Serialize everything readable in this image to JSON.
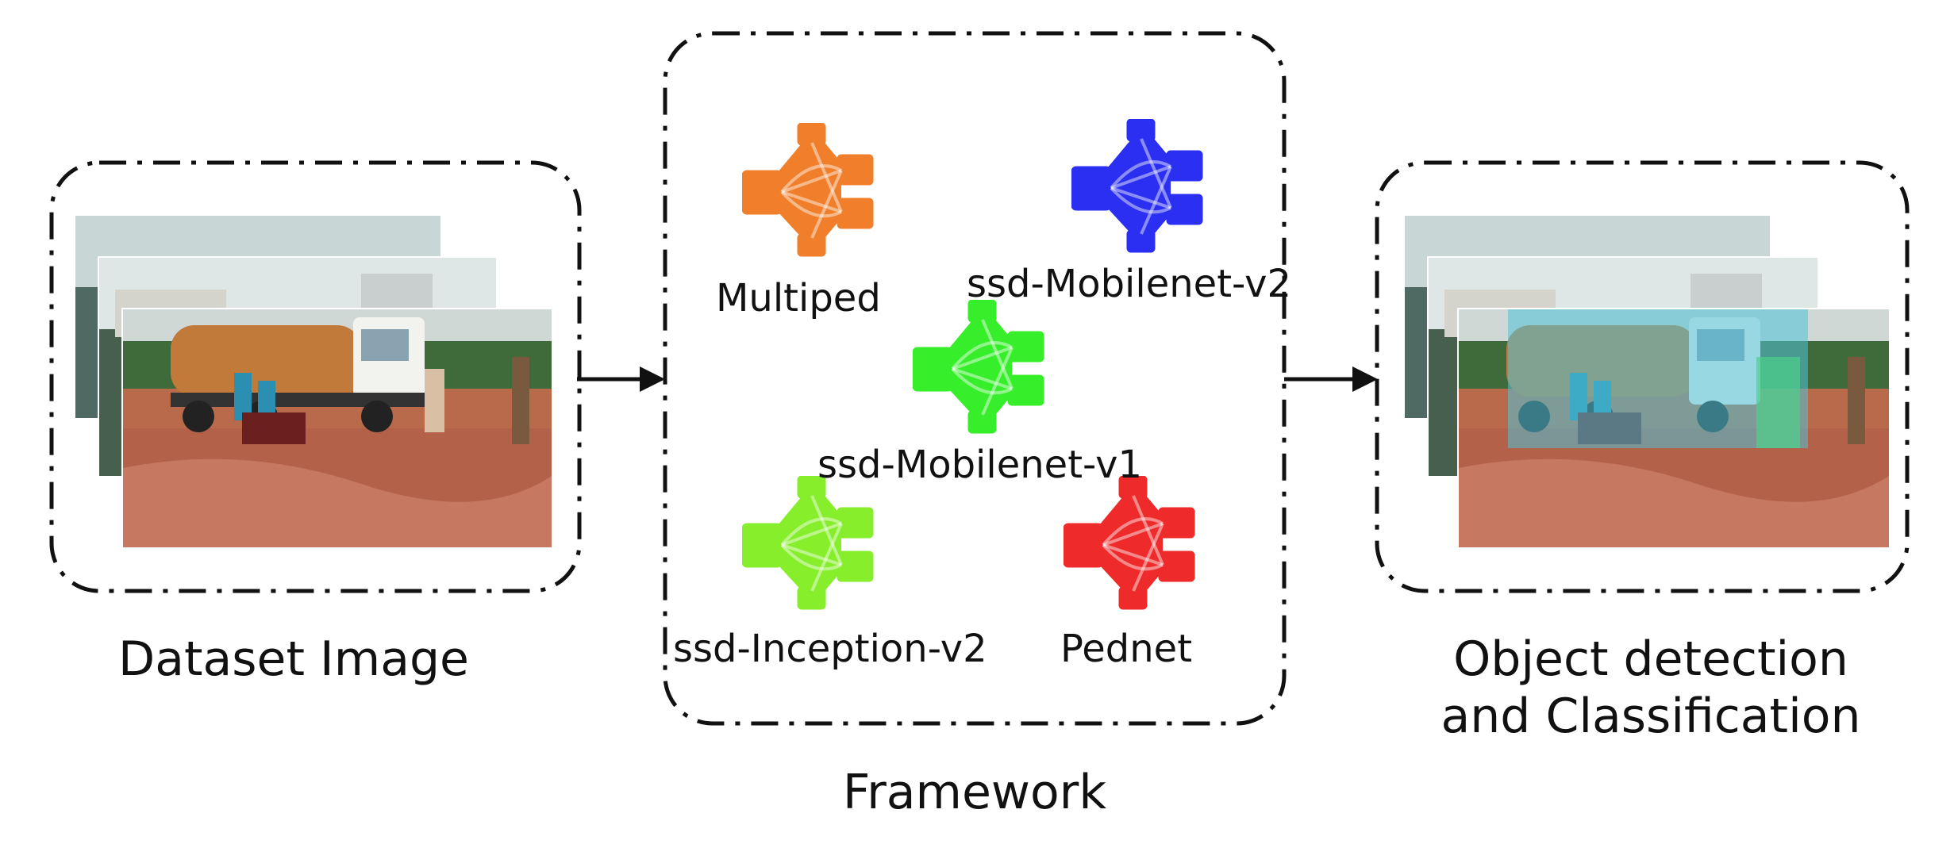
{
  "captions": {
    "dataset": "Dataset Image",
    "framework": "Framework",
    "output": "Object detection\nand Classification"
  },
  "models": [
    {
      "label": "Multiped",
      "color": "#f07e2a"
    },
    {
      "label": "ssd-Mobilenet-v2",
      "color": "#2a2ff2"
    },
    {
      "label": "ssd-Mobilenet-v1",
      "color": "#36ee2a"
    },
    {
      "label": "ssd-Inception-v2",
      "color": "#86ee2a"
    },
    {
      "label": "Pednet",
      "color": "#ee2a2a"
    }
  ],
  "icons": {
    "model": "network-icon",
    "arrow": "arrow-right-icon"
  }
}
